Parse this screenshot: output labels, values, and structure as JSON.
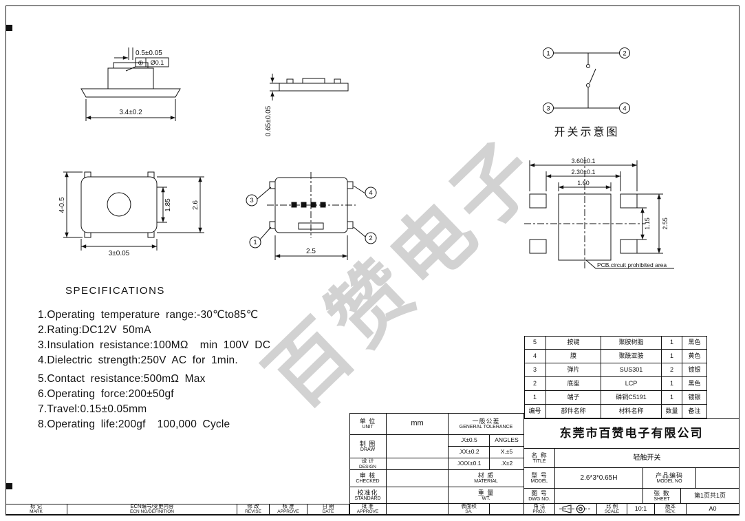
{
  "watermark": "百赞电子",
  "specs": {
    "title": "SPECIFICATIONS",
    "items": [
      "1.Operating temperature range:-30℃to85℃",
      "2.Rating:DC12V 50mA",
      "3.Insulation resistance:100MΩ  min 100V DC",
      "4.Dielectric strength:250V AC for 1min.",
      "5.Contact resistance:500mΩ Max",
      "6.Operating force:200±50gf",
      "7.Travel:0.15±0.05mm",
      "8.Operating life:200gf  100,000 Cycle"
    ]
  },
  "views": {
    "side": {
      "dim_top": "0.5±0.05",
      "gdt_symbol": "⊕",
      "gdt_value": "Ø0.1",
      "dim_width": "3.4±0.2"
    },
    "profile": {
      "dim_height": "0.65±0.05"
    },
    "schematic": {
      "label": "开关示意图",
      "pin1": "1",
      "pin2": "2",
      "pin3": "3",
      "pin4": "4"
    },
    "top": {
      "dim_left": "4-0.5",
      "dim_bottom": "3±0.05",
      "dim_inner": "1.85",
      "dim_full": "2.6"
    },
    "bottom": {
      "dim": "2.5",
      "pin1": "1",
      "pin2": "2",
      "pin3": "3",
      "pin4": "4"
    },
    "pcb": {
      "dim_outer": "3.60±0.1",
      "dim_mid": "2.30±0.1",
      "dim_inner": "1.60",
      "dim_gap": "1.15",
      "dim_height": "2.55",
      "note": "PCB.circuit prohibited area"
    }
  },
  "bom": {
    "header": {
      "no": "编号",
      "part": "部件名称",
      "material": "材料名称",
      "qty": "数量",
      "note": "备注"
    },
    "rows": [
      {
        "no": "5",
        "part": "按键",
        "material": "聚胺树脂",
        "qty": "1",
        "note": "黑色"
      },
      {
        "no": "4",
        "part": "膜",
        "material": "聚酰亚胺",
        "qty": "1",
        "note": "黄色"
      },
      {
        "no": "3",
        "part": "弹片",
        "material": "SUS301",
        "qty": "2",
        "note": "镀银"
      },
      {
        "no": "2",
        "part": "底座",
        "material": "LCP",
        "qty": "1",
        "note": "黑色"
      },
      {
        "no": "1",
        "part": "端子",
        "material": "磷铜C5191",
        "qty": "1",
        "note": "镀银"
      }
    ]
  },
  "titleblock": {
    "company": "东莞市百赞电子有限公司",
    "unit": {
      "zh": "单 位",
      "en": "UNIT"
    },
    "unit_value": "mm",
    "tolerance": {
      "zh": "一般公差",
      "en": "GENERAL TOLERANCE"
    },
    "tol_rows": [
      {
        "a": ".X±0.5",
        "b": "ANGLES"
      },
      {
        "a": ".XX±0.2",
        "b": "X.±5"
      },
      {
        "a": ".XXX±0.1",
        "b": ".X±2"
      }
    ],
    "draw": {
      "zh": "制 图",
      "en": "DRAW"
    },
    "design": {
      "zh": "设 计",
      "en": "DESIGN"
    },
    "checked": {
      "zh": "审 核",
      "en": "CHECKED"
    },
    "standard": {
      "zh": "校准化",
      "en": "STANDARD"
    },
    "material": {
      "zh": "材 质",
      "en": "MATERIAL"
    },
    "weight": {
      "zh": "重 量",
      "en": "WT."
    },
    "approve": {
      "zh": "批 准",
      "en": "APPROVE"
    },
    "sa": {
      "zh": "表面积",
      "en": "SA."
    },
    "name": {
      "zh": "名 称",
      "en": "TITLE"
    },
    "name_value": "轻触开关",
    "model": {
      "zh": "型 号",
      "en": "MODEL"
    },
    "model_value": "2.6*3*0.65H",
    "product_code": {
      "zh": "产品编码",
      "en": "MODEL NO"
    },
    "dwg": {
      "zh": "图 号",
      "en": "DWG NO."
    },
    "sheet": {
      "zh": "张 数",
      "en": "SHEET"
    },
    "sheet_value": "第1页共1页",
    "proj": {
      "zh": "角 法",
      "en": "PROJ."
    },
    "scale": {
      "zh": "比 例",
      "en": "SCALE"
    },
    "scale_value": "10:1",
    "rev": {
      "zh": "版本",
      "en": "REV."
    },
    "rev_value": "A0"
  },
  "revision": {
    "mark": {
      "zh": "标 记",
      "en": "MARK"
    },
    "ecn": {
      "zh": "ECN编号/变更内容",
      "en": "ECN NO/DEFINITION"
    },
    "revise": {
      "zh": "修 改",
      "en": "REVISE"
    },
    "approve": {
      "zh": "核 准",
      "en": "APPROVE"
    },
    "date": {
      "zh": "日 期",
      "en": "DATE"
    }
  }
}
